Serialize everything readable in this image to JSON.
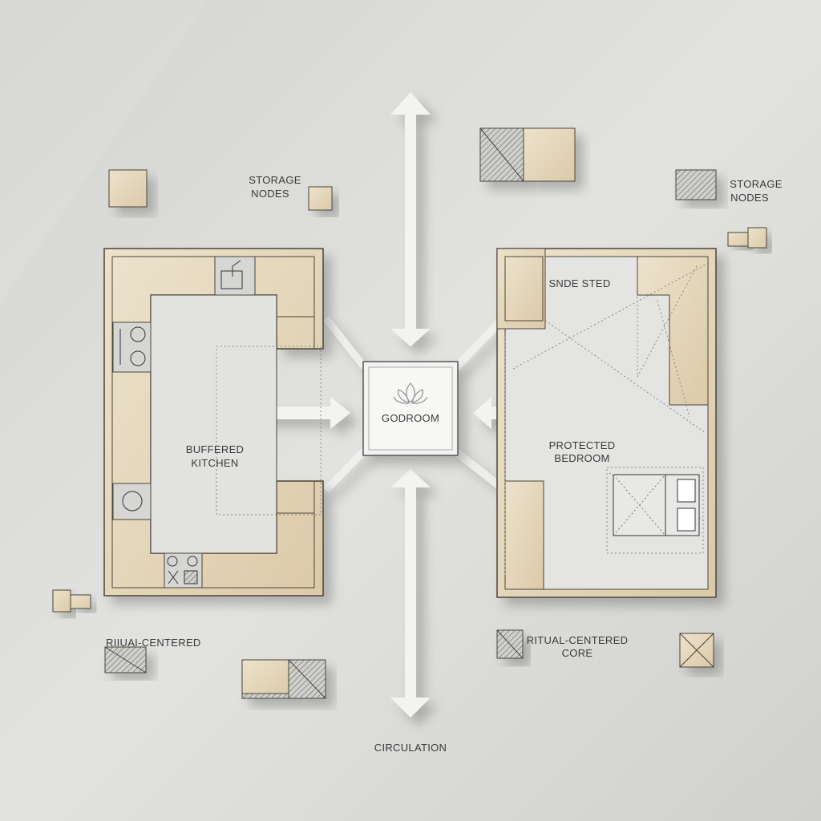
{
  "labels": {
    "storage_left": [
      "STORAGE",
      "NODES"
    ],
    "storage_right": [
      "STORAGE",
      "NODES"
    ],
    "kitchen": [
      "BUFFERED",
      "KITCHEN"
    ],
    "godroom": "GODROOM",
    "side_sted": "SNDE STED",
    "bedroom": [
      "PROTECTED",
      "BEDROOM"
    ],
    "ritual_left": "RIIUAI-CENTERED",
    "ritual_right": [
      "RITUAL-CENTERED",
      "CORE"
    ],
    "circulation": "CIRCULATION"
  },
  "colors": {
    "background": "#dcdcda",
    "wood": "#e3d6bd",
    "wood_dark": "#d2c09f",
    "frame_line": "#4a4438",
    "arrow": "#f2f2f0",
    "room_floor": "#e4e4e2"
  },
  "icons": [
    "lotus-icon",
    "sink-icon",
    "stove-icon",
    "bed-icon",
    "hatch-pattern"
  ]
}
